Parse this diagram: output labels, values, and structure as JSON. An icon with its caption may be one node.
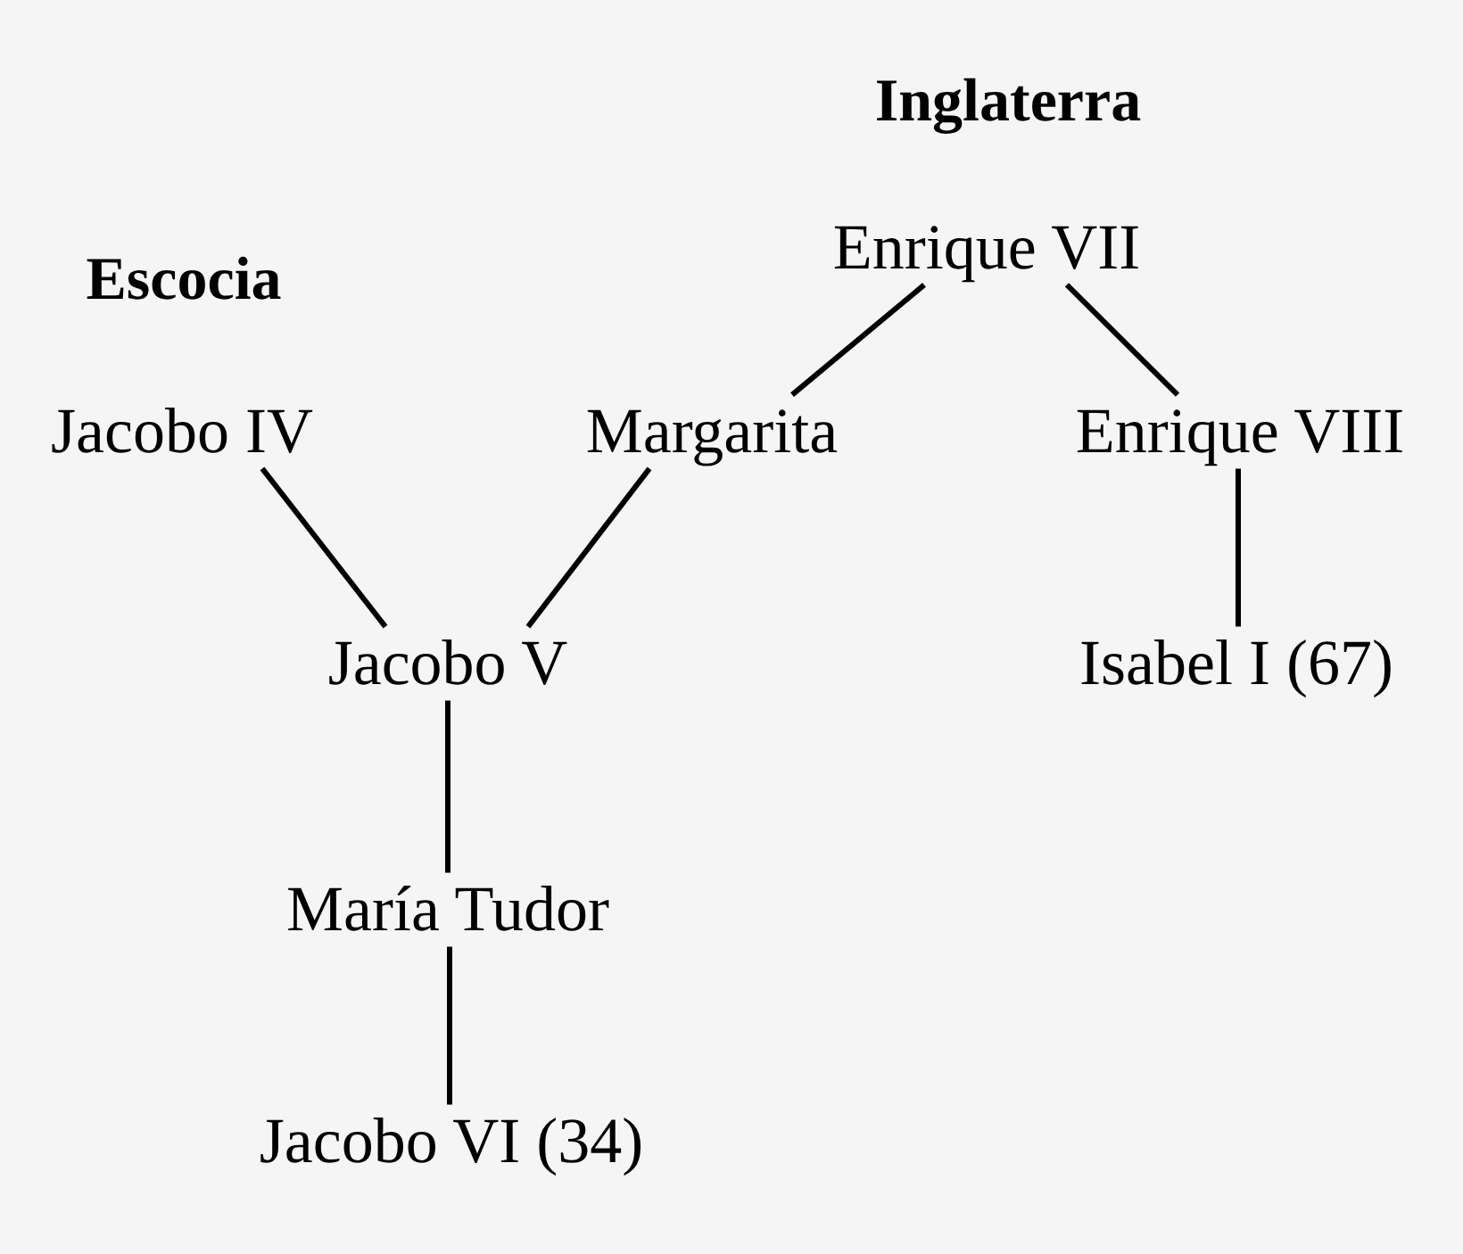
{
  "diagram": {
    "nodes": [
      {
        "text": [
          "Enrique VII"
        ]
      },
      {
        "text": [
          "Jacobo IV"
        ]
      },
      {
        "text": [
          "Margarita"
        ]
      },
      {
        "text": [
          "Enrique VIII"
        ]
      },
      {
        "text": [
          "Jacobo V"
        ]
      },
      {
        "text": [
          "Isabel I (67)"
        ]
      },
      {
        "text": [
          "María Tudor"
        ]
      },
      {
        "text": [
          "Jacobo VI (34)"
        ]
      }
    ],
    "edges": [
      {
        "from": 0,
        "to": 2,
        "arrow": "none"
      },
      {
        "from": 0,
        "to": 3,
        "arrow": "none"
      },
      {
        "from": 1,
        "to": 4,
        "arrow": "none"
      },
      {
        "from": 2,
        "to": 4,
        "arrow": "none"
      },
      {
        "from": 3,
        "to": 5,
        "arrow": "none"
      },
      {
        "from": 4,
        "to": 6,
        "arrow": "none"
      },
      {
        "from": 6,
        "to": 7,
        "arrow": "none"
      }
    ],
    "labels": [
      "Inglaterra",
      "Escocia"
    ]
  }
}
